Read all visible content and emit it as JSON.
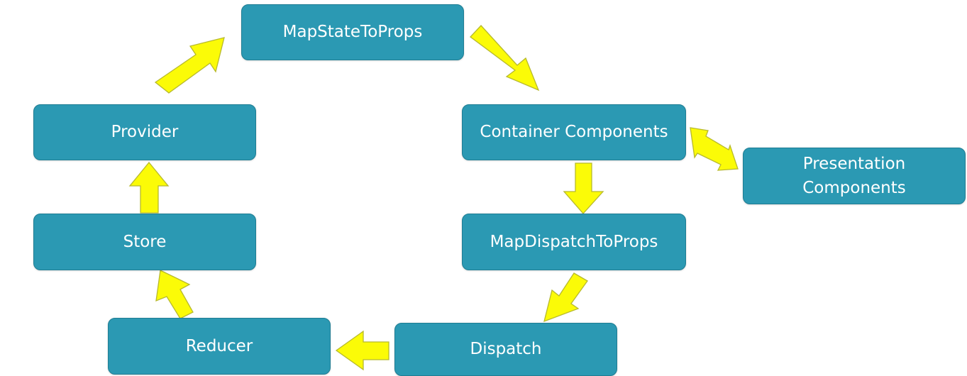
{
  "nodes": {
    "map_state_to_props": "MapStateToProps",
    "container_components": "Container Components",
    "presentation_components": "Presentation\nComponents",
    "provider": "Provider",
    "store": "Store",
    "map_dispatch_to_props": "MapDispatchToProps",
    "reducer": "Reducer",
    "dispatch": "Dispatch"
  },
  "colors": {
    "node_fill": "#2b99b3",
    "node_text": "#ffffff",
    "arrow_fill": "#fbfb07",
    "arrow_stroke": "#b7b92e"
  }
}
